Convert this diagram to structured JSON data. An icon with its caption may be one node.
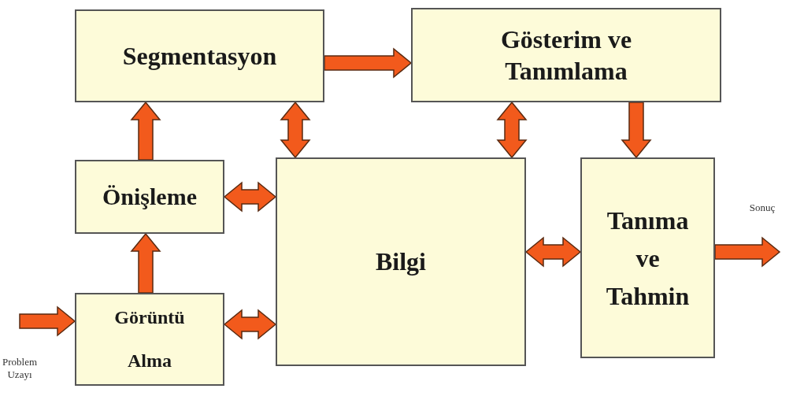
{
  "diagram": {
    "nodes": [
      {
        "text": [
          "Segmentasyon"
        ]
      },
      {
        "text": [
          "Gösterim ve Tanımlama"
        ]
      },
      {
        "text": [
          "Önişleme"
        ]
      },
      {
        "text": [
          "Bilgi"
        ]
      },
      {
        "text": [
          "Tanıma ve Tahmin"
        ]
      },
      {
        "text": [
          "Görüntü Alma"
        ]
      }
    ],
    "edges": [
      {
        "from": 0,
        "to": 1,
        "arrow": "to"
      },
      {
        "from": 2,
        "to": 0,
        "arrow": "to"
      },
      {
        "from": 5,
        "to": 2,
        "arrow": "to"
      },
      {
        "from": 0,
        "to": 3,
        "arrow": "both"
      },
      {
        "from": 1,
        "to": 3,
        "arrow": "both"
      },
      {
        "from": 1,
        "to": 4,
        "arrow": "to"
      },
      {
        "from": 2,
        "to": 3,
        "arrow": "both"
      },
      {
        "from": 5,
        "to": 3,
        "arrow": "both"
      },
      {
        "from": 3,
        "to": 4,
        "arrow": "both"
      },
      {
        "from": null,
        "to": 5,
        "arrow": "to"
      },
      {
        "from": 4,
        "to": null,
        "arrow": "to"
      }
    ],
    "labels": [
      "Problem Uzayı",
      "Sonuç"
    ]
  }
}
